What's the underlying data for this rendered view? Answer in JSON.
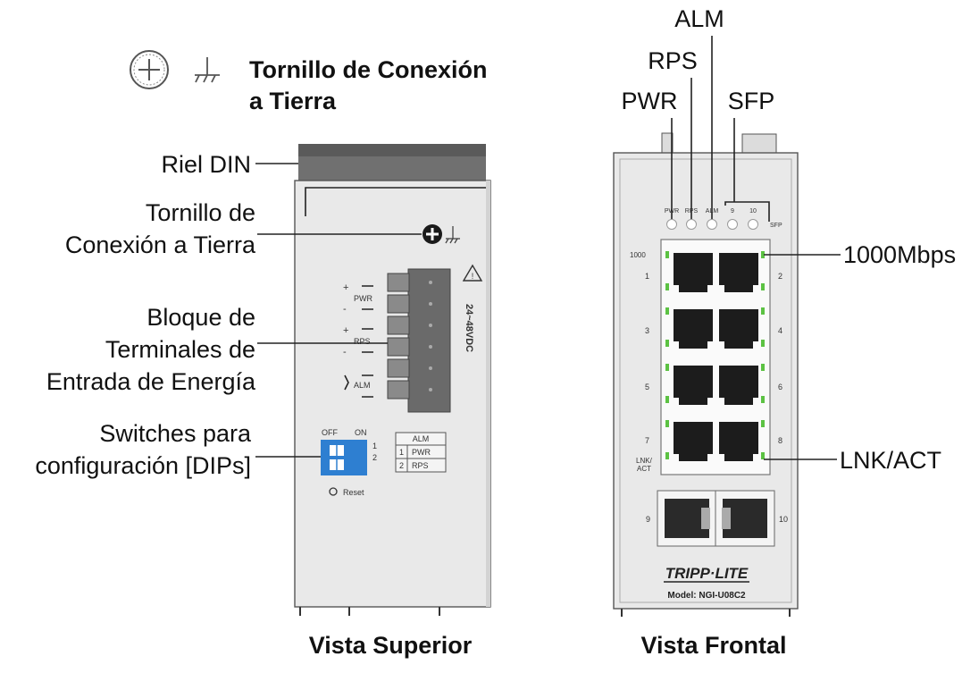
{
  "top_legend": {
    "title_line1": "Tornillo de Conexión",
    "title_line2": "a Tierra"
  },
  "left_view": {
    "caption": "Vista Superior",
    "callouts": {
      "din_rail": "Riel DIN",
      "ground_screw_line1": "Tornillo de",
      "ground_screw_line2": "Conexión a Tierra",
      "terminal_block_line1": "Bloque de",
      "terminal_block_line2": "Terminales de",
      "terminal_block_line3": "Entrada de Energía",
      "dip_switch_line1": "Switches para",
      "dip_switch_line2": "configuración [DIPs]"
    },
    "terminal_labels": {
      "pwr": "PWR",
      "rps": "RPS",
      "alm": "ALM",
      "plus": "+",
      "minus": "-",
      "voltage": "24~48VDC"
    },
    "dip": {
      "off": "OFF",
      "on": "ON",
      "num1": "1",
      "num2": "2",
      "table_header": "ALM",
      "row1_num": "1",
      "row1_label": "PWR",
      "row2_num": "2",
      "row2_label": "RPS"
    },
    "reset_label": "Reset"
  },
  "right_view": {
    "caption": "Vista Frontal",
    "callouts": {
      "alm": "ALM",
      "rps": "RPS",
      "pwr": "PWR",
      "sfp": "SFP",
      "speed": "1000Mbps",
      "link": "LNK/ACT"
    },
    "led_labels": {
      "pwr": "PWR",
      "rps": "RPS",
      "alm": "ALM",
      "sfp9": "9",
      "sfp10": "10",
      "sfp": "SFP"
    },
    "port_labels": {
      "speed": "1000",
      "link_line1": "LNK/",
      "link_line2": "ACT",
      "p1": "1",
      "p2": "2",
      "p3": "3",
      "p4": "4",
      "p5": "5",
      "p6": "6",
      "p7": "7",
      "p8": "8",
      "p9": "9",
      "p10": "10"
    },
    "brand": "TRIPP·LITE",
    "model": "Model: NGI-U08C2"
  },
  "colors": {
    "device_fill": "#e9e9e9",
    "rail_fill": "#707070",
    "dip_blue": "#2e7fd1",
    "led_green": "#5cc243",
    "port_black": "#1c1c1c"
  }
}
